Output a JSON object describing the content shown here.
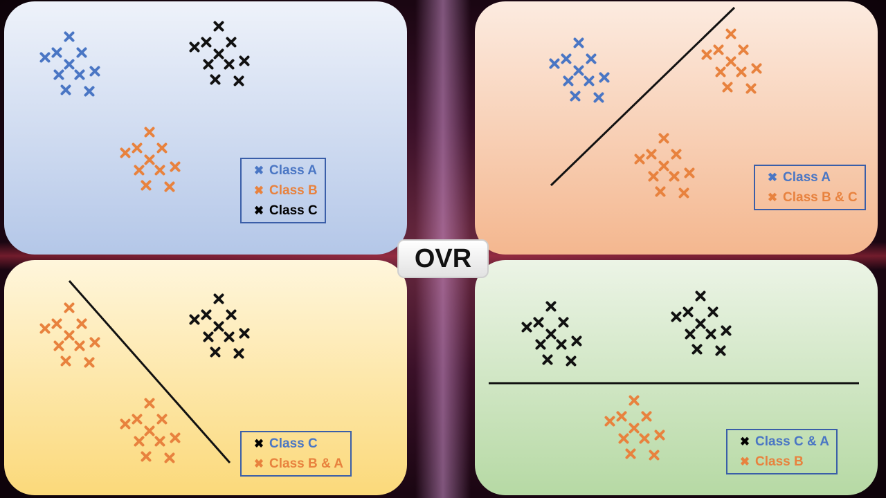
{
  "center_label": "OVR",
  "colors": {
    "class_a": "#4a76c4",
    "class_b": "#e8823e",
    "class_c": "#111111",
    "legend_border": "#3a5ea8"
  },
  "panels": [
    {
      "id": "p1",
      "legend": [
        {
          "label": "Class A",
          "color": "blue"
        },
        {
          "label": "Class B",
          "color": "orange"
        },
        {
          "label": "Class C",
          "color": "black"
        }
      ]
    },
    {
      "id": "p2",
      "legend": [
        {
          "label": "Class A",
          "color": "blue"
        },
        {
          "label": "Class B & C",
          "color": "orange"
        }
      ]
    },
    {
      "id": "p3",
      "legend": [
        {
          "label": "Class C",
          "color": "black"
        },
        {
          "label": "Class B & A",
          "color": "orange"
        }
      ]
    },
    {
      "id": "p4",
      "legend": [
        {
          "label": "Class C & A",
          "color": "black"
        },
        {
          "label": "Class B",
          "color": "orange"
        }
      ]
    }
  ]
}
